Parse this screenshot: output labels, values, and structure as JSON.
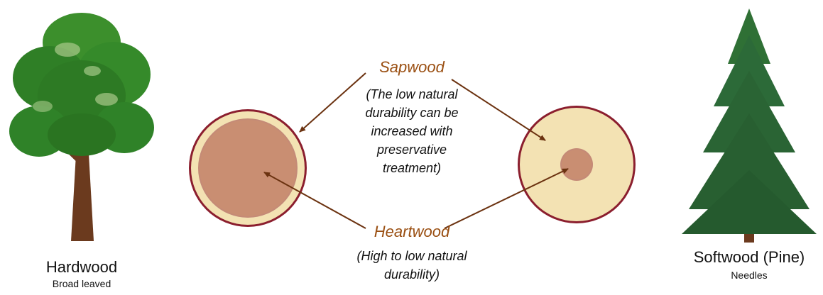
{
  "hardwood": {
    "name": "Hardwood",
    "subtitle": "Broad leaved"
  },
  "softwood": {
    "name": "Softwood (Pine)",
    "subtitle": "Needles"
  },
  "sapwood": {
    "term": "Sapwood",
    "note_lines": [
      "(The low natural",
      "durability can be",
      "increased with",
      "preservative",
      "treatment)"
    ]
  },
  "heartwood": {
    "term": "Heartwood",
    "note_lines": [
      "(High to low natural",
      "durability)"
    ]
  },
  "colors": {
    "bark_ring": "#8b1e2e",
    "sapwood": "#f3e2b3",
    "heartwood": "#c98e72",
    "arrow": "#6b3210",
    "term_text": "#9a4f12",
    "foliage": "#2f8a2a",
    "pine": "#2c6a38",
    "trunk": "#6b3a1e"
  }
}
